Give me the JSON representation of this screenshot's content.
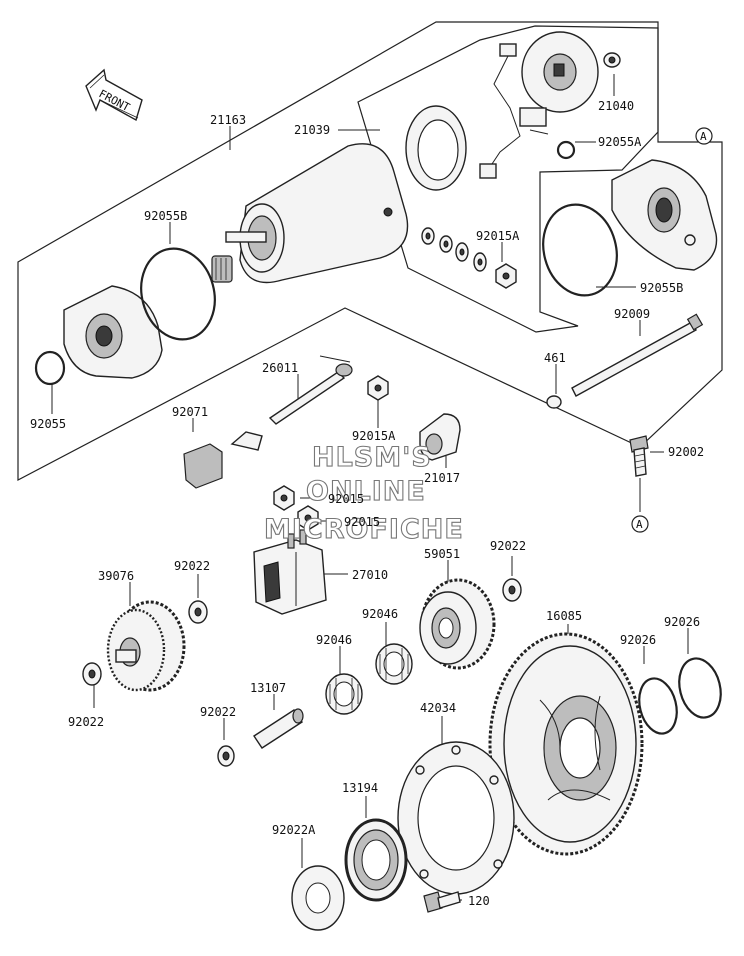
{
  "front_arrow": {
    "label": "FRONT"
  },
  "watermark": {
    "line1": "HLSM'S",
    "line2": "ONLINE",
    "line3": "MICROFICHE"
  },
  "ref_marks": {
    "top": "A",
    "bottom": "A"
  },
  "parts": {
    "p21163": "21163",
    "p21039": "21039",
    "p21040": "21040",
    "p92055A": "92055A",
    "p92055B_left": "92055B",
    "p92015A_upper": "92015A",
    "p92055B_right": "92055B",
    "p92009": "92009",
    "p461": "461",
    "p92055": "92055",
    "p26011": "26011",
    "p92071": "92071",
    "p92015A_lower": "92015A",
    "p21017": "21017",
    "p92002": "92002",
    "p92015_a": "92015",
    "p92015_b": "92015",
    "p27010": "27010",
    "p59051": "59051",
    "p92022_a": "92022",
    "p39076": "39076",
    "p92022_b": "92022",
    "p92046_a": "92046",
    "p92046_b": "92046",
    "p16085": "16085",
    "p92026_a": "92026",
    "p92026_b": "92026",
    "p92022_c": "92022",
    "p13107": "13107",
    "p92022_d": "92022",
    "p42034": "42034",
    "p13194": "13194",
    "p92022A": "92022A",
    "p120": "120"
  }
}
